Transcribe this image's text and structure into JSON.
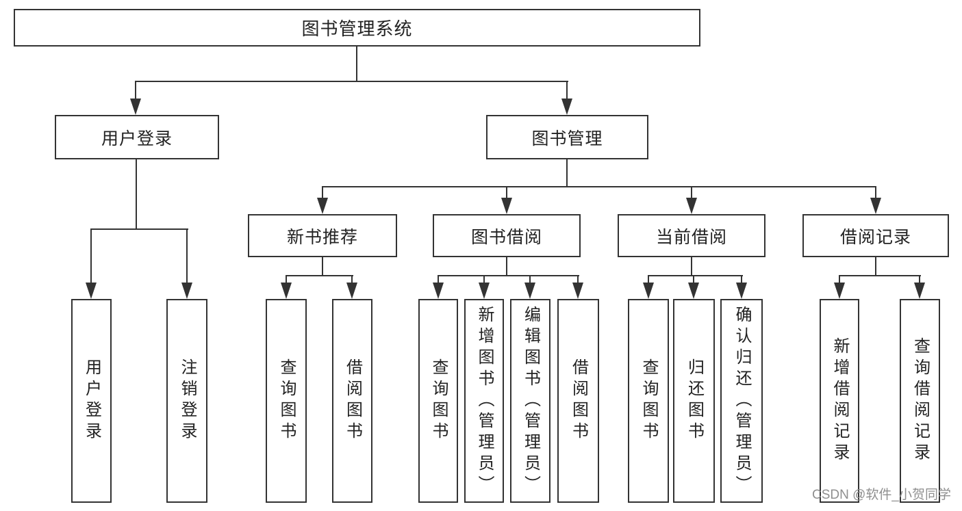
{
  "tree": {
    "label": "图书管理系统",
    "children": [
      {
        "label": "用户登录",
        "children": [
          {
            "label": "用户登录"
          },
          {
            "label": "注销登录"
          }
        ]
      },
      {
        "label": "图书管理",
        "children": [
          {
            "label": "新书推荐",
            "children": [
              {
                "label": "查询图书"
              },
              {
                "label": "借阅图书"
              }
            ]
          },
          {
            "label": "图书借阅",
            "children": [
              {
                "label": "查询图书"
              },
              {
                "label": "新增图书（管理员）"
              },
              {
                "label": "编辑图书（管理员）"
              },
              {
                "label": "借阅图书"
              }
            ]
          },
          {
            "label": "当前借阅",
            "children": [
              {
                "label": "查询图书"
              },
              {
                "label": "归还图书"
              },
              {
                "label": "确认归还（管理员）"
              }
            ]
          },
          {
            "label": "借阅记录",
            "children": [
              {
                "label": "新增借阅记录"
              },
              {
                "label": "查询借阅记录"
              }
            ]
          }
        ]
      }
    ]
  },
  "watermark": {
    "text": "CSDN @软件_小贺同学"
  },
  "colors": {
    "line": "#333333",
    "text": "#222222",
    "background": "#ffffff",
    "watermark": "#8f8f8f"
  }
}
